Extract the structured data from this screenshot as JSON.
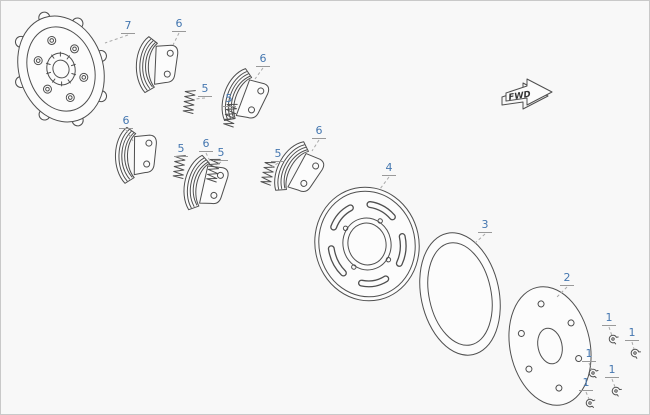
{
  "theme": {
    "background": "#f8f8f8",
    "border": "#c9c9c9",
    "line_color": "#4f4f4f",
    "callout_color": "#4577b0",
    "leader_color": "#a9a9a9"
  },
  "fwd_marker": {
    "label": "FWD"
  },
  "callouts": {
    "part1": {
      "label": "1"
    },
    "part2": {
      "label": "2"
    },
    "part3": {
      "label": "3"
    },
    "part4": {
      "label": "4"
    },
    "part5": {
      "label": "5"
    },
    "part6": {
      "label": "6"
    },
    "part7": {
      "label": "7"
    }
  }
}
